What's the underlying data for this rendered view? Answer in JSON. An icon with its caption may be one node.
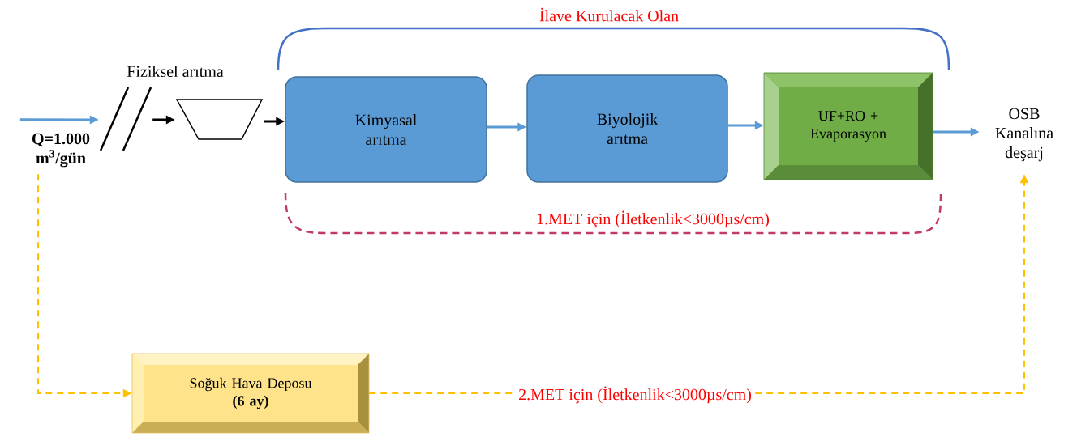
{
  "diagram": {
    "nodes": [
      {
        "text": [
          "Q=1.000 m$^{3}$/gün"
        ]
      },
      {
        "text": [],
        "shape": "bar"
      },
      {
        "text": [],
        "shape": "trapezoid"
      },
      {
        "text": [
          "Kimyasal arıtma"
        ]
      },
      {
        "text": [
          "Biyolojik arıtma"
        ]
      },
      {
        "text": [
          "UF+RO + Evaporasyon"
        ]
      },
      {
        "text": [
          "OSB Kanalına deşarj"
        ]
      },
      {
        "text": [
          "Soğuk Hava Deposu",
          "(6 ay)"
        ]
      }
    ],
    "edges": [
      {
        "from": 0,
        "to": 1,
        "arrow": "to"
      },
      {
        "from": 1,
        "to": 2,
        "arrow": "to",
        "color": "#000000"
      },
      {
        "from": 2,
        "to": 3,
        "arrow": "to",
        "color": "#000000"
      },
      {
        "from": 3,
        "to": 4,
        "arrow": "to"
      },
      {
        "from": 4,
        "to": 5,
        "arrow": "to"
      },
      {
        "from": 5,
        "to": 6,
        "arrow": "to"
      },
      {
        "from": 0,
        "to": 7,
        "arrow": "to",
        "style": "dashed",
        "color": "#ffc000"
      },
      {
        "from": 7,
        "to": 6,
        "arrow": "to",
        "style": "dashed",
        "color": "#ffc000",
        "label": "2.MET için (İletkenlik<3000µs/cm)"
      }
    ],
    "labels": [
      "İlave Kurulacak Olan",
      "Fiziksel arıtma",
      "1.MET için (İletkenlik<3000µs/cm)"
    ]
  }
}
